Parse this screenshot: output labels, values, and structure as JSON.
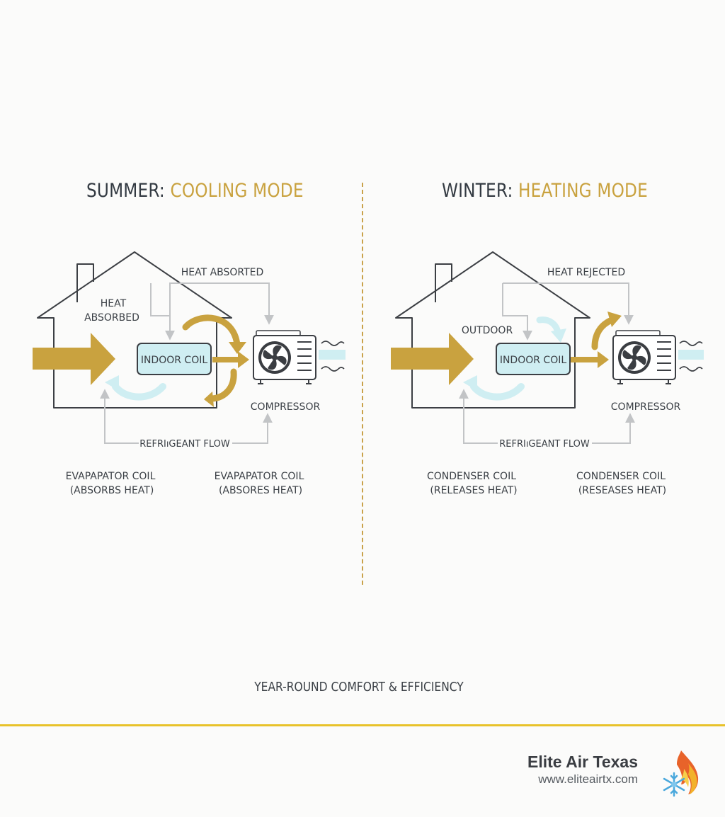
{
  "cooling": {
    "title_prefix": "SUMMER: ",
    "title_accent": "COOLING MODE",
    "heat_absorbed_left_line1": "HEAT",
    "heat_absorbed_left_line2": "ABSORBED",
    "heat_top": "HEAT ABSORTED",
    "indoor_coil": "INDOOR COIL",
    "compressor": "COMPRESSOR",
    "refrigerant_flow": "REFRIıGEANT FLOW",
    "coil_left_line1": "EVAPAPATOR COIL",
    "coil_left_line2": "(ABSORBS HEAT)",
    "coil_right_line1": "EVAPAPATOR COIL",
    "coil_right_line2": "(ABSORES HEAT)"
  },
  "heating": {
    "title_prefix": "WINTER: ",
    "title_accent": "HEATING MODE",
    "outdoor_label": "OUTDOOR",
    "heat_top": "HEAT REJECTED",
    "indoor_coil": "INDOOR COIL",
    "compressor": "COMPRESSOR",
    "refrigerant_flow": "REFRIıGEANT FLOW",
    "coil_left_line1": "CONDENSER COIL",
    "coil_left_line2": "(RELEASES HEAT)",
    "coil_right_line1": "CONDENSER COIL",
    "coil_right_line2": "(RESEASES HEAT)"
  },
  "footer": {
    "caption": "YEAR-ROUND COMFORT & EFFICIENCY",
    "brand_name": "Elite Air Texas",
    "brand_url": "www.eliteairtx.com"
  },
  "colors": {
    "accent_gold": "#c9a23f",
    "ice_blue": "#cfeef2",
    "rule_yellow": "#e8c22a"
  },
  "icons": [
    "fan-icon",
    "flame-icon",
    "snowflake-icon"
  ]
}
